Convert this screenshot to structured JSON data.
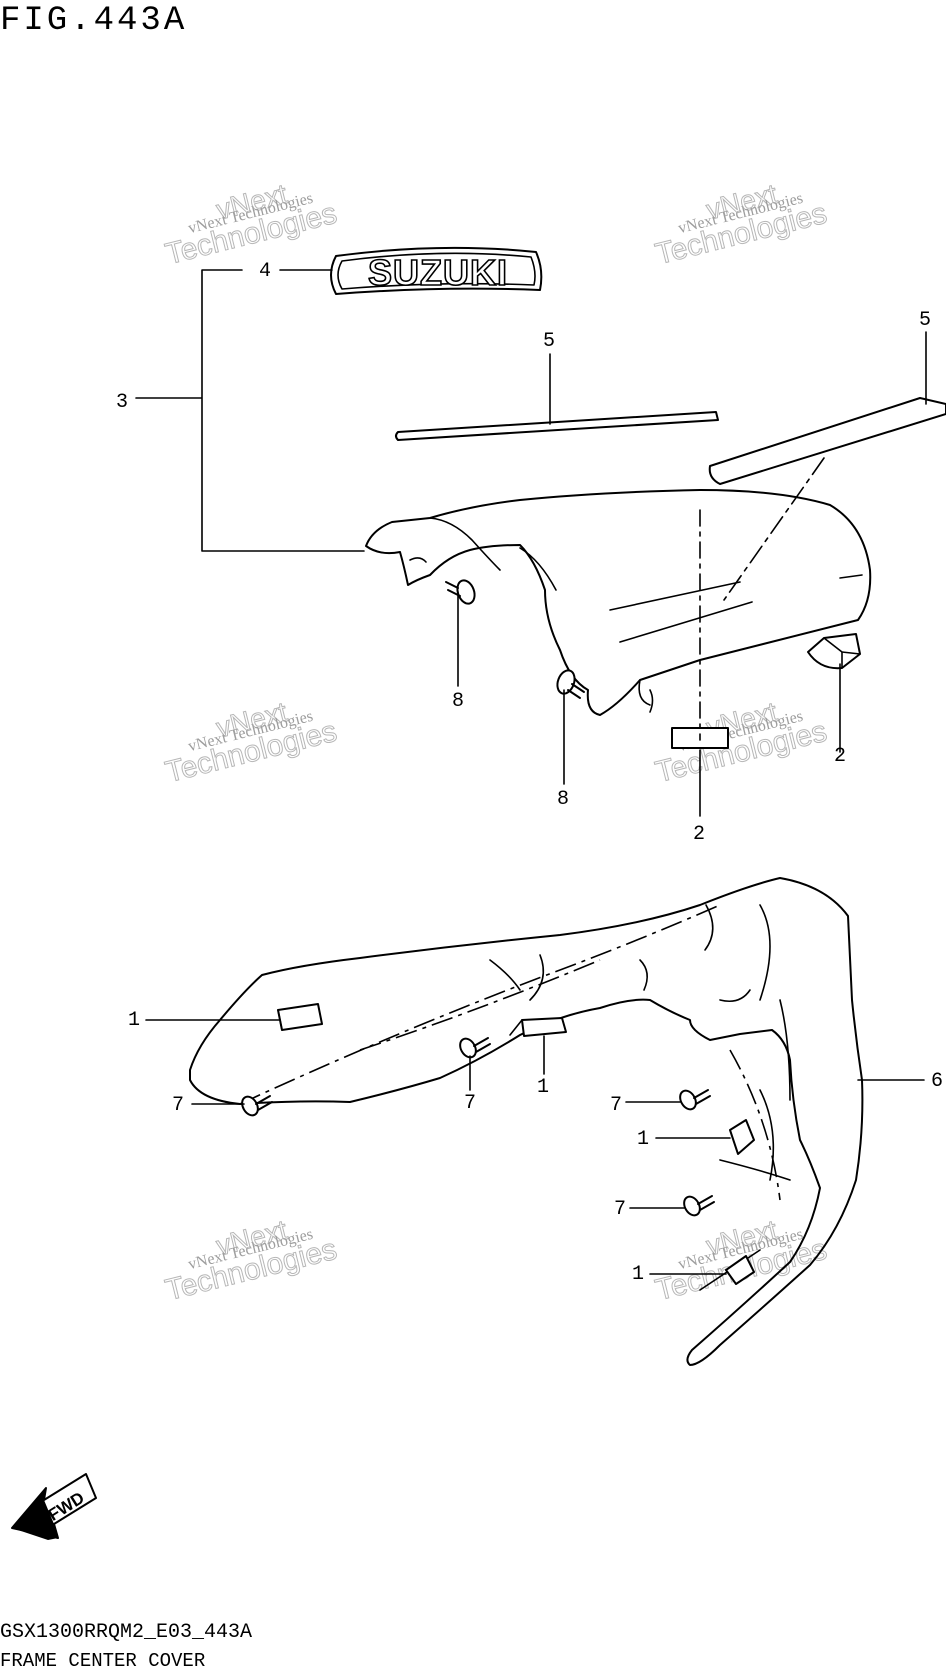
{
  "figure": {
    "title": "FIG.443A",
    "model_code": "GSX1300RRQM2_E03_443A",
    "part_name": "FRAME CENTER COVER"
  },
  "logo": {
    "text": "SUZUKI"
  },
  "fwd_arrow": {
    "label": "FWD"
  },
  "watermark": {
    "line1": "vNext Technologies",
    "line2": "Technologies",
    "line3": "vNext"
  },
  "callouts": [
    {
      "label": "4"
    },
    {
      "label": "3"
    },
    {
      "label": "5"
    },
    {
      "label": "5"
    },
    {
      "label": "8"
    },
    {
      "label": "8"
    },
    {
      "label": "2"
    },
    {
      "label": "2"
    },
    {
      "label": "1"
    },
    {
      "label": "7"
    },
    {
      "label": "7"
    },
    {
      "label": "1"
    },
    {
      "label": "7"
    },
    {
      "label": "6"
    },
    {
      "label": "1"
    },
    {
      "label": "7"
    },
    {
      "label": "1"
    }
  ]
}
